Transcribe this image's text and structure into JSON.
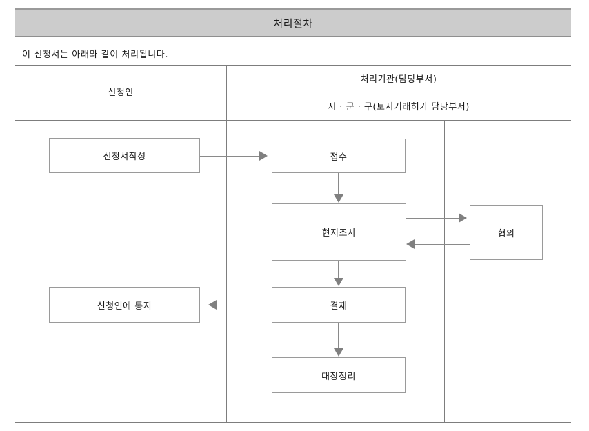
{
  "title_bar": {
    "title": "처리절차",
    "bg_color": "#cccccc"
  },
  "caption": "이 신청서는 아래와 같이 처리됩니다.",
  "table_header": {
    "applicant_column": "신청인",
    "agency_column": "처리기관(담당부서)",
    "office_row": "시 · 군 · 구(토지거래허가 담당부서)"
  },
  "flow": {
    "boxes": [
      {
        "id": "write",
        "label": "신청서작성"
      },
      {
        "id": "receive",
        "label": "접수"
      },
      {
        "id": "survey",
        "label": "현지조사"
      },
      {
        "id": "consult",
        "label": "협의"
      },
      {
        "id": "notify",
        "label": "신청인에 통지"
      },
      {
        "id": "approve",
        "label": "결재"
      },
      {
        "id": "ledger",
        "label": "대장정리"
      }
    ],
    "connectors": [
      {
        "from": "write",
        "to": "receive",
        "direction": "right"
      },
      {
        "from": "receive",
        "to": "survey",
        "direction": "down"
      },
      {
        "from": "survey",
        "to": "consult",
        "direction": "right"
      },
      {
        "from": "consult",
        "to": "survey",
        "direction": "left"
      },
      {
        "from": "survey",
        "to": "approve",
        "direction": "down"
      },
      {
        "from": "approve",
        "to": "notify",
        "direction": "left"
      },
      {
        "from": "approve",
        "to": "ledger",
        "direction": "down"
      }
    ],
    "line_color": "#8a8a8a",
    "box_border_color": "#9a9a9a"
  }
}
